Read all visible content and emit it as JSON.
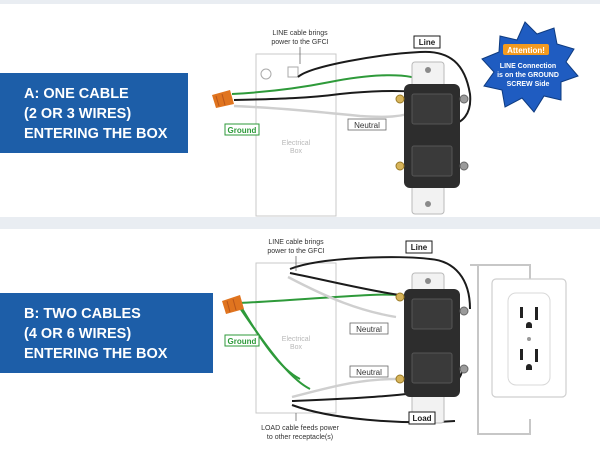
{
  "panel_a": {
    "title_lines": [
      "A: ONE CABLE",
      "(2 OR 3 WIRES)",
      "ENTERING THE BOX"
    ],
    "line_cable_note": [
      "LINE cable brings",
      "power to the GFCI"
    ],
    "line_label": "Line",
    "ground_label": "Ground",
    "neutral_label": "Neutral",
    "box_label": [
      "Electrical",
      "Box"
    ],
    "attention_badge": "Attention!",
    "attention_text": [
      "LINE Connection",
      "is on the GROUND",
      "SCREW Side"
    ]
  },
  "panel_b": {
    "title_lines": [
      "B: TWO CABLES",
      "(4 OR 6 WIRES)",
      "ENTERING THE BOX"
    ],
    "line_cable_note": [
      "LINE cable brings",
      "power to the GFCI"
    ],
    "line_label": "Line",
    "ground_label": "Ground",
    "neutral_label_top": "Neutral",
    "neutral_label_bottom": "Neutral",
    "load_label": "Load",
    "box_label": [
      "Electrical",
      "Box"
    ],
    "load_cable_note": [
      "LOAD cable feeds power",
      "to other receptacle(s)"
    ]
  },
  "colors": {
    "band_blue": "#1d5ea8",
    "ground_green": "#2e9a3a",
    "wire_black": "#1b1b1b",
    "wire_white": "#d8d8d8",
    "wirenut_orange": "#e0741f",
    "starburst_blue": "#1f5cc1",
    "badge_orange": "#f39a1f"
  }
}
